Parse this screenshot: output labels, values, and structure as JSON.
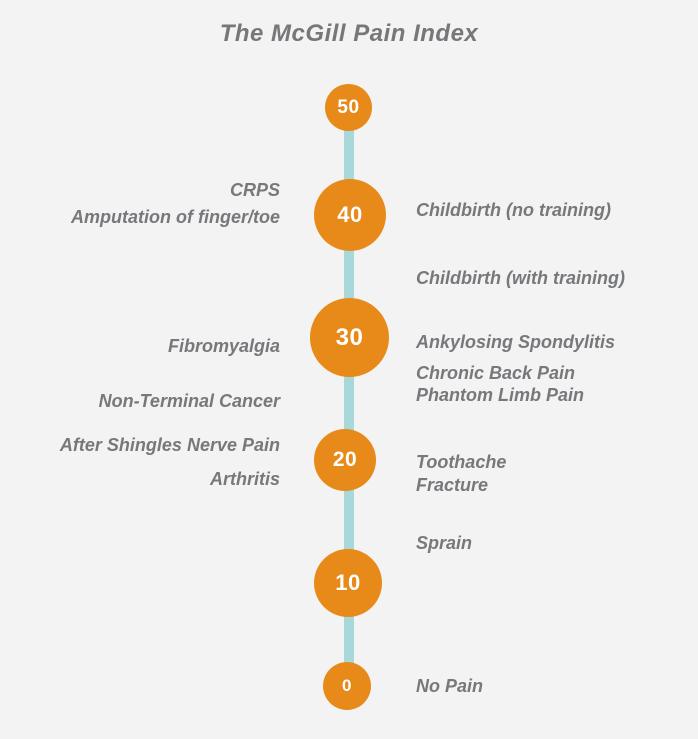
{
  "title": "The McGill Pain Index",
  "colors": {
    "background": "#F2F3F2",
    "marker_orange": "#E78A1A",
    "line_teal": "#A8D8DA",
    "label_gray": "#77787B",
    "marker_text_white": "#FFFFFF"
  },
  "scale": {
    "markers": [
      {
        "value": "50"
      },
      {
        "value": "40"
      },
      {
        "value": "30"
      },
      {
        "value": "20"
      },
      {
        "value": "10"
      },
      {
        "value": "0"
      }
    ],
    "left_labels": [
      "CRPS",
      "Amputation of finger/toe",
      "Fibromyalgia",
      "Non-Terminal Cancer",
      "After Shingles Nerve Pain",
      "Arthritis"
    ],
    "right_labels": [
      "Childbirth (no training)",
      "Childbirth (with training)",
      "Ankylosing Spondylitis",
      "Chronic Back Pain",
      "Phantom Limb Pain",
      "Toothache",
      "Fracture",
      "Sprain",
      "No Pain"
    ]
  }
}
